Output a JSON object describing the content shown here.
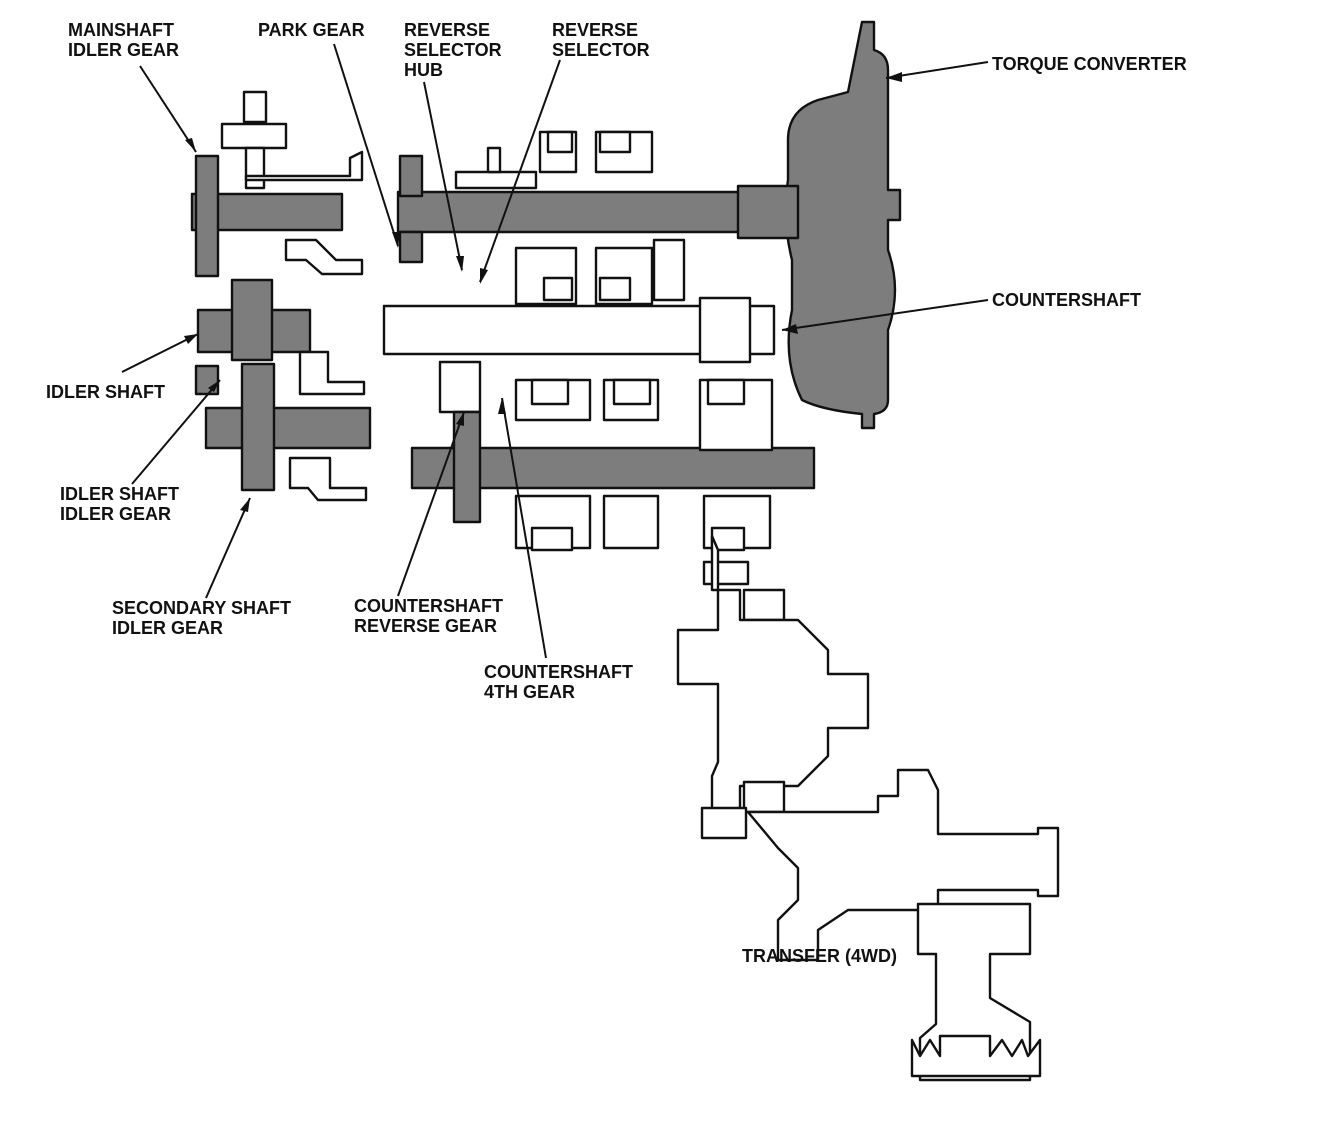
{
  "labels": {
    "mainshaft_idler_gear": [
      "MAINSHAFT",
      "IDLER GEAR"
    ],
    "park_gear": [
      "PARK GEAR"
    ],
    "reverse_selector_hub": [
      "REVERSE",
      "SELECTOR",
      "HUB"
    ],
    "reverse_selector": [
      "REVERSE",
      "SELECTOR"
    ],
    "torque_converter": [
      "TORQUE CONVERTER"
    ],
    "countershaft": [
      "COUNTERSHAFT"
    ],
    "idler_shaft": [
      "IDLER SHAFT"
    ],
    "idler_shaft_idler_gear": [
      "IDLER SHAFT",
      "IDLER GEAR"
    ],
    "secondary_shaft_idler_gear": [
      "SECONDARY SHAFT",
      "IDLER GEAR"
    ],
    "countershaft_reverse_gear": [
      "COUNTERSHAFT",
      "REVERSE GEAR"
    ],
    "countershaft_4th_gear": [
      "COUNTERSHAFT",
      "4TH GEAR"
    ],
    "transfer_4wd": [
      "TRANSFER (4WD)"
    ]
  },
  "colors": {
    "ink": "#111111",
    "shading": "#7d7d7d",
    "background": "#ffffff"
  }
}
